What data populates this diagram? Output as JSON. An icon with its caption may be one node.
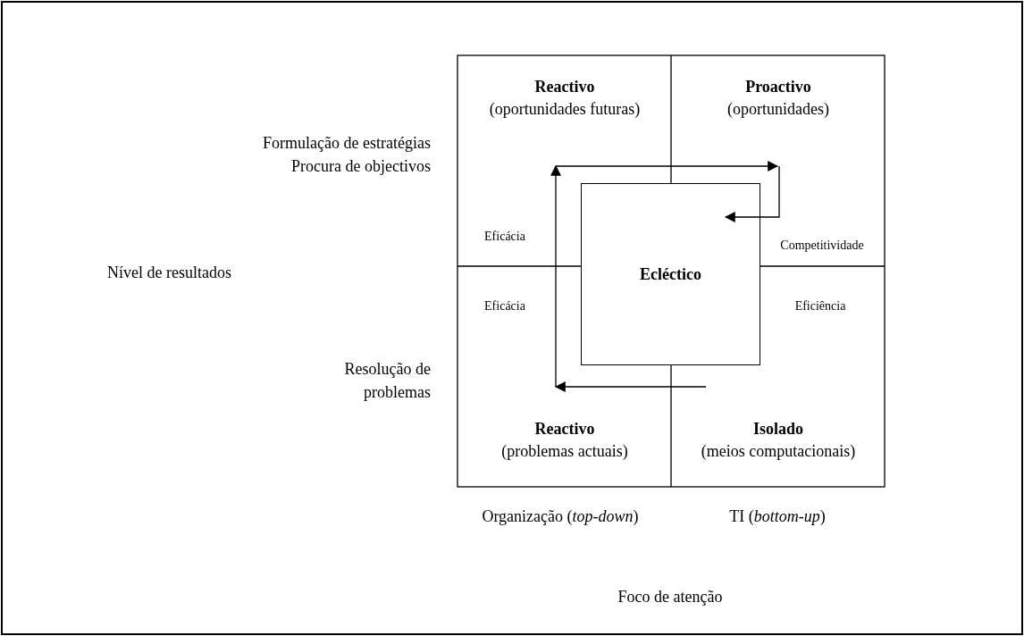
{
  "diagram": {
    "nodes": [
      {
        "text": [
          "Reactivo",
          "(oportunidades futuras)"
        ]
      },
      {
        "text": [
          "Proactivo",
          "(oportunidades)"
        ]
      },
      {
        "text": [
          "Reactivo",
          "(problemas actuais)"
        ]
      },
      {
        "text": [
          "Isolado",
          "(meios computacionais)"
        ]
      },
      {
        "text": [
          "Ecléctico"
        ]
      }
    ],
    "labels": [
      "Formulação de estratégias Procura de objectivos",
      "Eficácia",
      "Competitividade",
      "Nível de resultados",
      "Eficácia",
      "Eficiência",
      "Resolução de problemas",
      "Organização (*top-down*)",
      "TI (*bottom-up*)",
      "Foco de atenção"
    ]
  }
}
